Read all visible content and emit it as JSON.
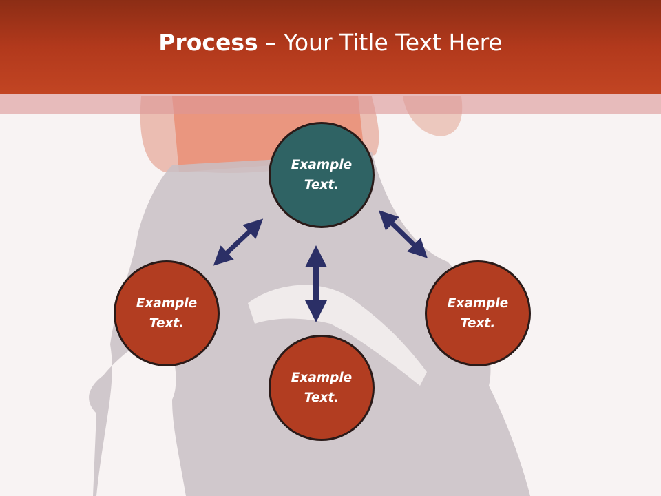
{
  "slide": {
    "title_bold": "Process",
    "title_rest": " – Your Title Text Here"
  },
  "nodes": {
    "top": {
      "label": "Example\nText.",
      "color": "#2f6364"
    },
    "left": {
      "label": "Example\nText.",
      "color": "#b23d21"
    },
    "bottom": {
      "label": "Example\nText.",
      "color": "#b23d21"
    },
    "right": {
      "label": "Example\nText.",
      "color": "#b23d21"
    }
  },
  "colors": {
    "title_bar": "#b2391c",
    "arrow": "#2b2f66",
    "node_border": "#2a1a18"
  }
}
